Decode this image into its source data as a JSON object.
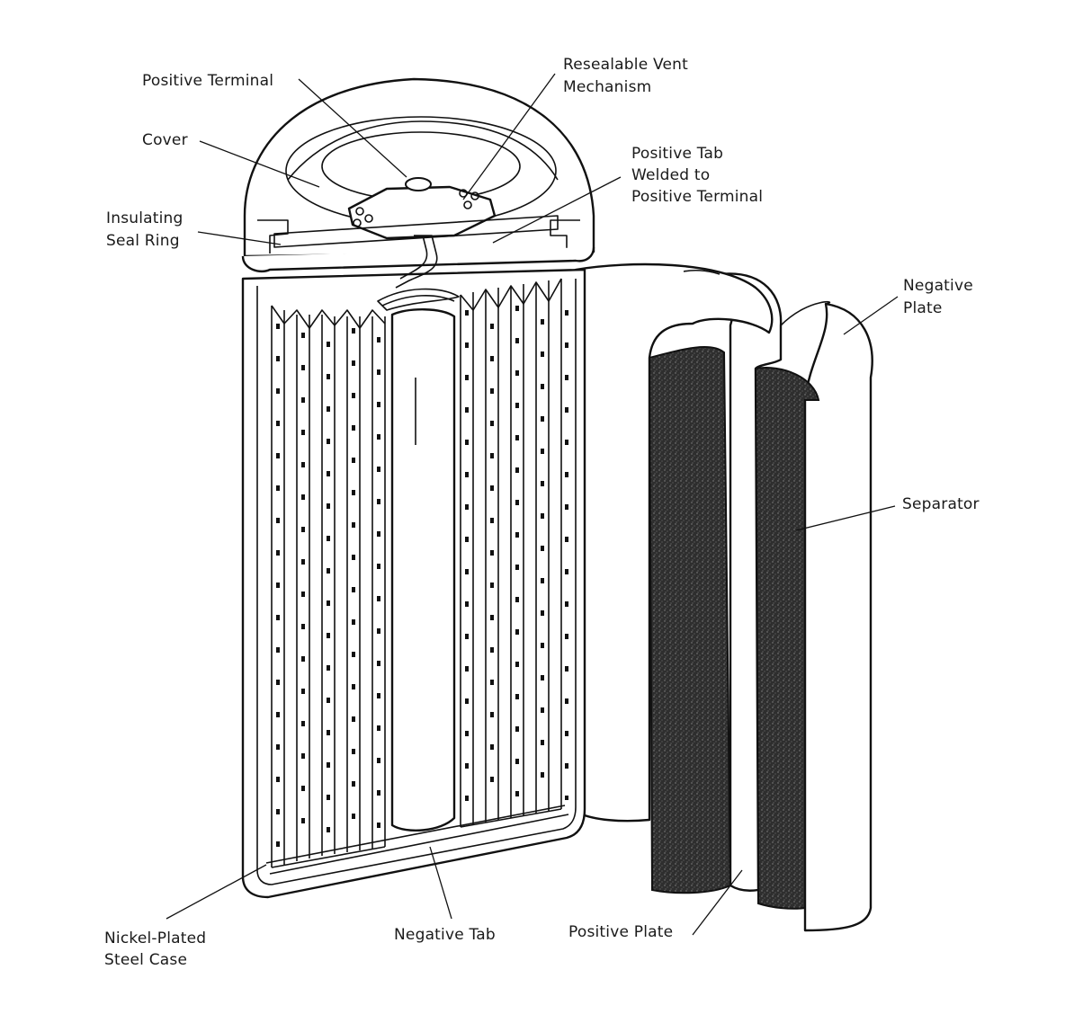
{
  "labels": {
    "positive_terminal": "Positive Terminal",
    "cover": "Cover",
    "insulating_seal_ring": [
      "Insulating",
      "Seal Ring"
    ],
    "resealable_vent": [
      "Resealable Vent",
      "Mechanism"
    ],
    "positive_tab": [
      "Positive Tab",
      "Welded to",
      "Positive Terminal"
    ],
    "negative_plate": [
      "Negative",
      "Plate"
    ],
    "separator": "Separator",
    "nickel_plated_case": [
      "Nickel-Plated",
      "Steel Case"
    ],
    "negative_tab": "Negative Tab",
    "positive_plate": "Positive Plate"
  },
  "colors": {
    "ink": "#111111",
    "paper": "#ffffff",
    "plate_dark": "#2b2b2b"
  }
}
